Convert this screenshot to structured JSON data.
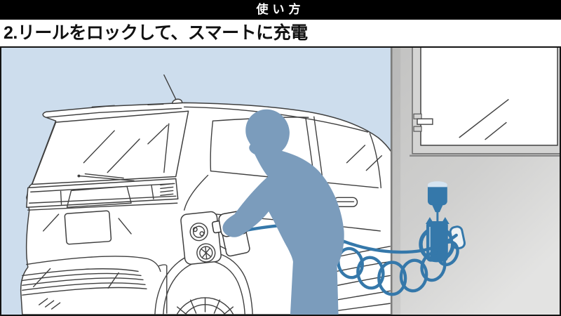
{
  "header": {
    "title": "使い方"
  },
  "subtitle": {
    "text": "2.リールをロックして、スマートに充電"
  },
  "illustration": {
    "alt": "壁掛けケーブルリールのコードを伸ばし、軽EVの充電ポートにコネクタを差し込む人物のイラスト（窓のある外壁、渦巻き状のケーブル）",
    "elements": {
      "car": "electric-kei-car-rear-three-quarter",
      "person": "person-silhouette-plugging-in-connector",
      "reel": "wall-mounted-cable-reel",
      "cable": "coiled-charging-cable",
      "connector": "charging-connector",
      "charging_port": "open-charging-port-with-two-sockets",
      "window": "house-window-with-latch"
    }
  },
  "colors": {
    "header-bg": "#000000",
    "header-fg": "#ffffff",
    "page-bg": "#ffffff",
    "subtitle-fg": "#111111",
    "frame": "#141414",
    "sky": "#cddded",
    "wall": "#c6c6c5",
    "wall-light": "#e3e3e2",
    "wall-edge": "#7d7d7c",
    "window-frame": "#d4d4d3",
    "glass": "#ffffff",
    "car-line": "#3f3f3f",
    "car-fill": "#ffffff",
    "person": "#7b9cbc",
    "cable": "#3578aa",
    "plug-highlight": "#d5e4f1",
    "holster": "#eef2f4"
  }
}
